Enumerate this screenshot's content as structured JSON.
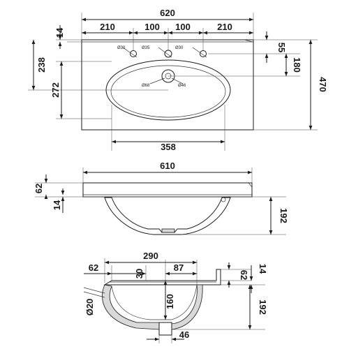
{
  "top_view": {
    "overall_width": "620",
    "left_spacing": "210",
    "center_left_spacing": "100",
    "center_right_spacing": "100",
    "right_spacing": "210",
    "top_edge_offset": "14",
    "hole_row_offset": "55",
    "bowl_center_from_back": "238",
    "bowl_center_offset": "180",
    "bowl_depth": "272",
    "overall_depth": "470",
    "bowl_width": "358",
    "tap_hole_left": "Ø30",
    "tap_hole_center": "Ø35",
    "tap_hole_right": "Ø30",
    "bowl_inner_label": "Ø68",
    "waste_label": "Ø46"
  },
  "front_view": {
    "width": "610",
    "top_height": "62",
    "lip_height": "14",
    "bowl_height": "192"
  },
  "side_view": {
    "width": "290",
    "left_offset": "62",
    "wall_gap": "30",
    "right_offset": "87",
    "top_height": "62",
    "lip_height": "14",
    "inner_depth": "160",
    "bowl_height": "192",
    "overflow_label": "Ø20",
    "waste_width": "46"
  }
}
